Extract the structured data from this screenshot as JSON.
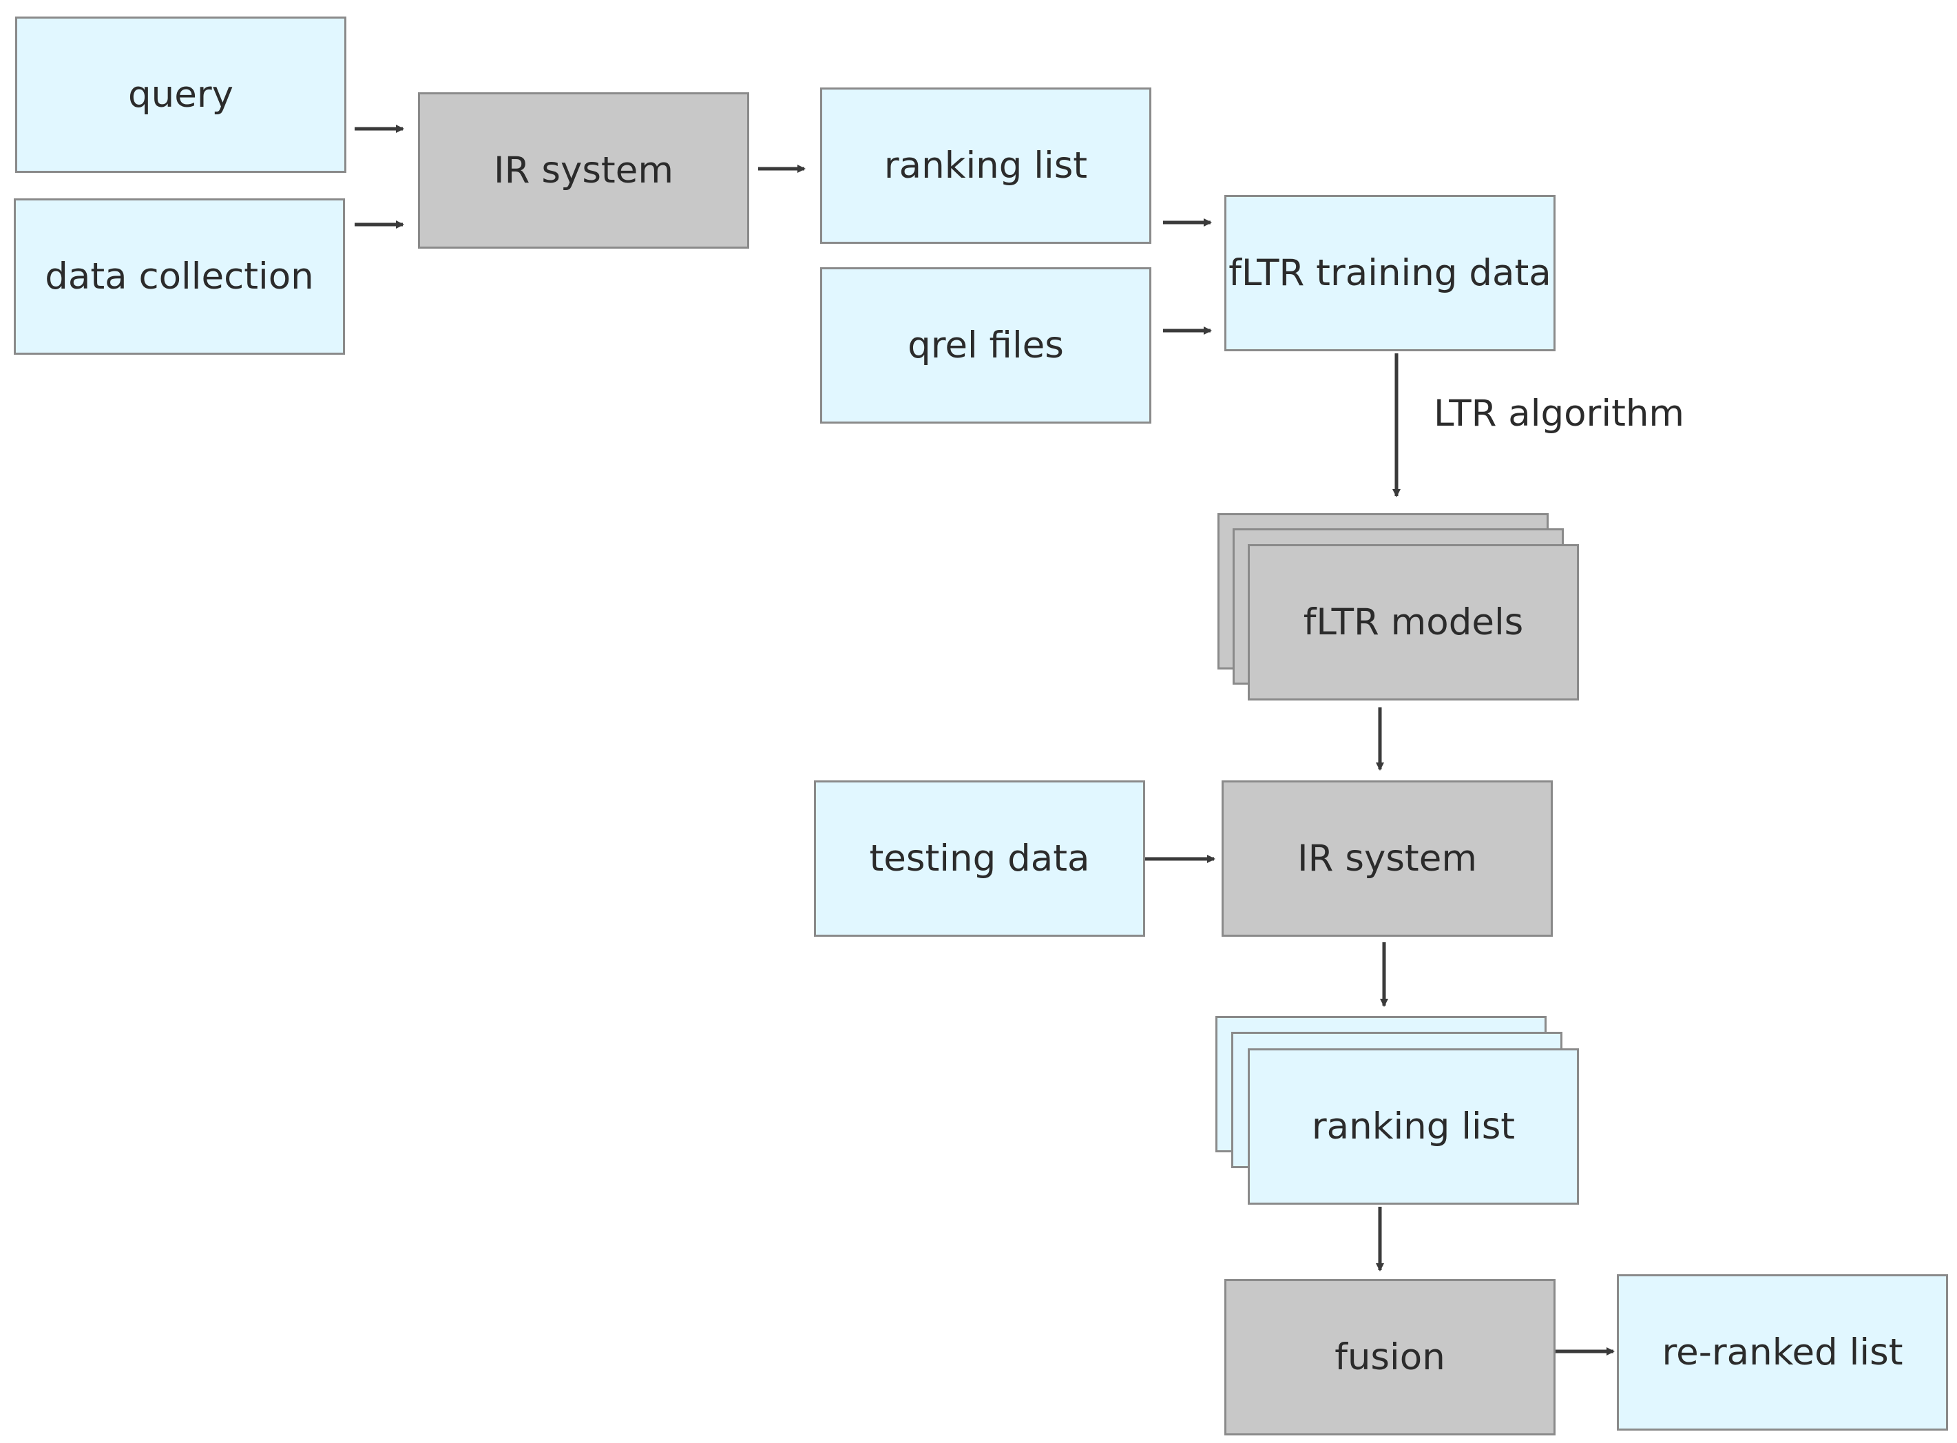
{
  "colors": {
    "data_fill": "#e1f7ff",
    "process_fill": "#c8c8c8",
    "border": "#8a8a8a",
    "arrow": "#3a3a3a",
    "text": "#2b2b2b"
  },
  "nodes": {
    "query": "query",
    "data_collection": "data collection",
    "ir_system_1": "IR system",
    "ranking_list_1": "ranking list",
    "qrel_files": "qrel files",
    "fltr_training_data": "fLTR training data",
    "fltr_models": "fLTR models",
    "testing_data": "testing data",
    "ir_system_2": "IR system",
    "ranking_list_2": "ranking list",
    "fusion": "fusion",
    "re_ranked_list": "re-ranked list"
  },
  "edge_labels": {
    "ltr_algorithm": "LTR algorithm"
  }
}
